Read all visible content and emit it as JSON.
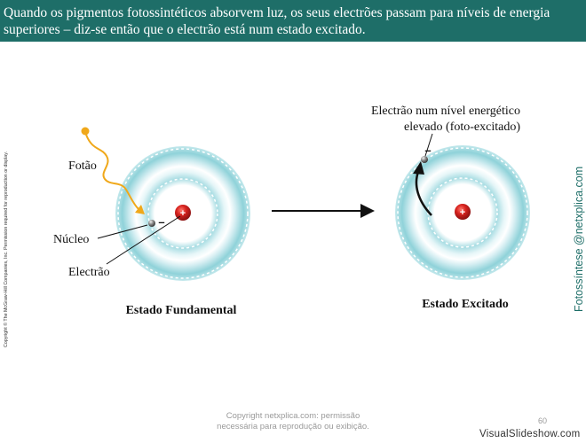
{
  "slide": {
    "header_text": "Quando os pigmentos fotossintéticos absorvem luz, os seus electrões passam para níveis de energia superiores – diz-se então que o electrão está num estado excitado.",
    "side_copyright": "Copyright © The McGraw-Hill Companies, Inc. Permission required for reproduction or display.",
    "side_watermark": "Fotossíntese @netxplica.com",
    "footer_copyright_line1": "Copyright netxplica.com: permissão",
    "footer_copyright_line2": "necessária para reprodução ou exibição.",
    "page_number": "60",
    "site_mark": "VisualSlideshow.com"
  },
  "diagram": {
    "photon_label": "Fotão",
    "nucleus_label": "Núcleo",
    "electron_label": "Electrão",
    "ground_state_title": "Estado Fundamental",
    "excited_state_title": "Estado Excitado",
    "excited_label_line1": "Electrão num nível energético",
    "excited_label_line2": "elevado (foto-excitado)",
    "electron_charge": "–",
    "nucleus_charge": "+"
  },
  "colors": {
    "header_bg": "#1e6e68",
    "photon": "#f0a81a",
    "shell": "#8fd2d9",
    "nucleus": "#cc1f1f"
  }
}
